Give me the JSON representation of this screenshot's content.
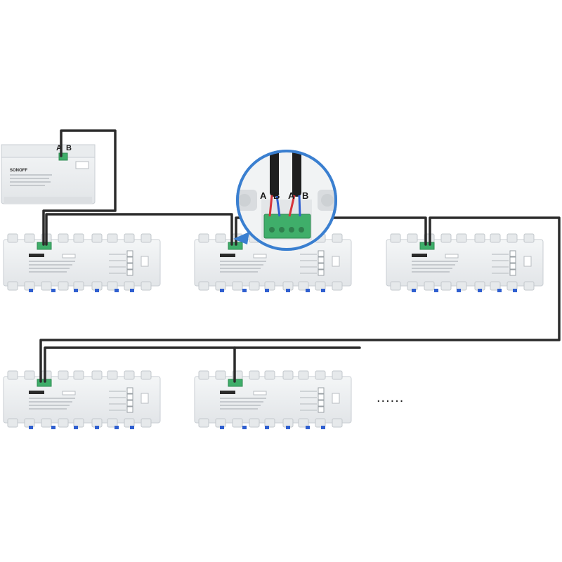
{
  "terminals": {
    "label_a": "A",
    "label_b": "B"
  },
  "brand": "SONOFF",
  "continuation": "......",
  "colors": {
    "cable": "#2b2b2b",
    "wire_a": "#d6333a",
    "wire_b": "#2f5fd0",
    "terminal_block": "#3fae6a",
    "module_body": "#eef0f2",
    "module_edge": "#c9ced3"
  },
  "modules": [
    {
      "id": "gateway",
      "kind": "gateway"
    },
    {
      "id": "relay-1",
      "kind": "relay"
    },
    {
      "id": "relay-2",
      "kind": "relay"
    },
    {
      "id": "relay-3",
      "kind": "relay"
    },
    {
      "id": "relay-4",
      "kind": "relay"
    },
    {
      "id": "relay-5",
      "kind": "relay"
    }
  ],
  "icons": [
    "zoom-callout",
    "terminal-block",
    "cable",
    "din-module"
  ]
}
